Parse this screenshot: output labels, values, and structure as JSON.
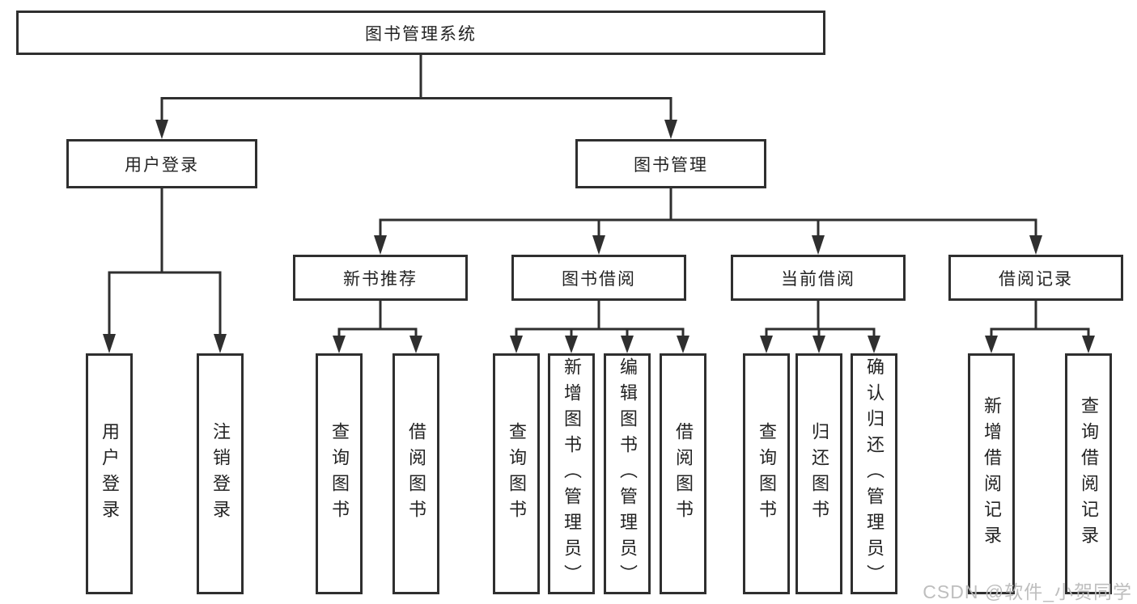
{
  "diagram": {
    "root": {
      "label": "图书管理系统"
    },
    "user_login": {
      "label": "用户登录",
      "leaves": [
        {
          "label": "用户登录"
        },
        {
          "label": "注销登录"
        }
      ]
    },
    "book_mgmt": {
      "label": "图书管理",
      "groups": [
        {
          "label": "新书推荐",
          "leaves": [
            {
              "label": "查询图书"
            },
            {
              "label": "借阅图书"
            }
          ]
        },
        {
          "label": "图书借阅",
          "leaves": [
            {
              "label": "查询图书"
            },
            {
              "label": "新增图书（管理员）"
            },
            {
              "label": "编辑图书（管理员）"
            },
            {
              "label": "借阅图书"
            }
          ]
        },
        {
          "label": "当前借阅",
          "leaves": [
            {
              "label": "查询图书"
            },
            {
              "label": "归还图书"
            },
            {
              "label": "确认归还（管理员）"
            }
          ]
        },
        {
          "label": "借阅记录",
          "leaves": [
            {
              "label": "新增借阅记录"
            },
            {
              "label": "查询借阅记录"
            }
          ]
        }
      ]
    }
  },
  "watermark": {
    "text": "CSDN @软件_小贺同学"
  },
  "colors": {
    "line": "#2f2f2f",
    "box_border": "#2f2f2f",
    "text": "#232323",
    "watermark": "#bababa",
    "background": "#ffffff"
  }
}
